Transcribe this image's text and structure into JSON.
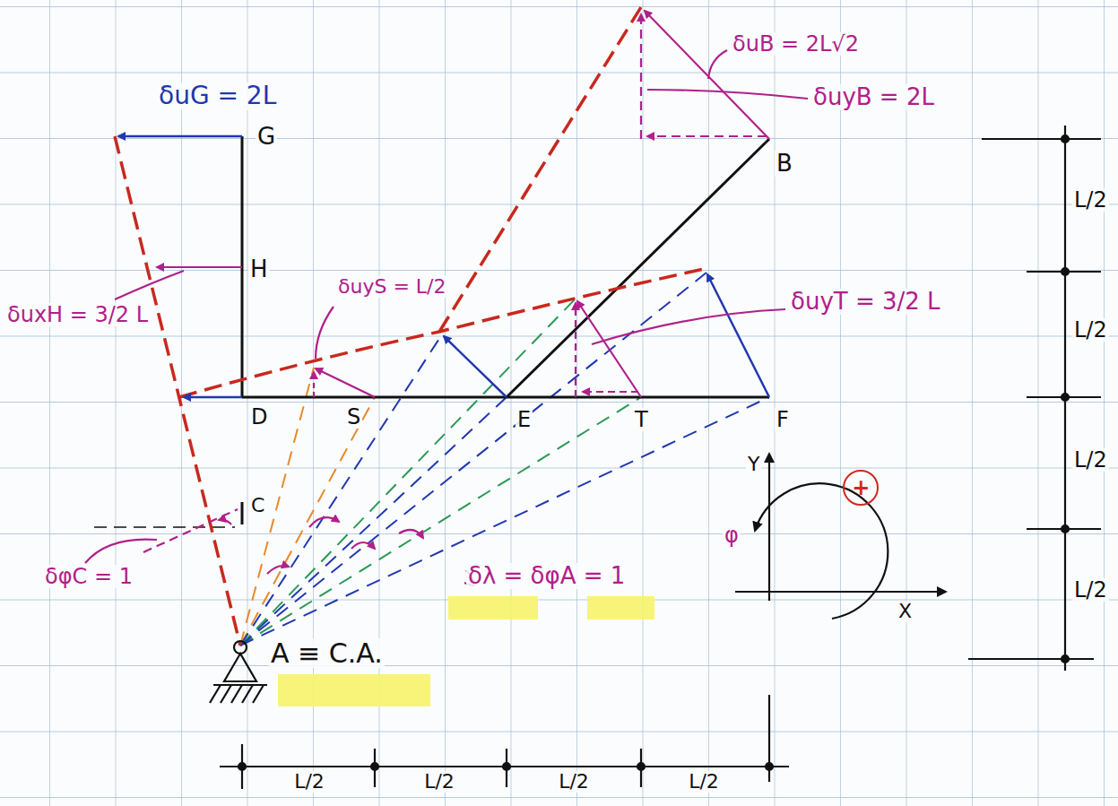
{
  "diagram": {
    "labels": [
      "δuG = 2L",
      "G",
      "δuB = 2L√2",
      "δuyB = 2L",
      "B",
      "H",
      "δuxH = 3/2 L",
      "δuyS = L/2",
      "δuyT = 3/2 L",
      "D",
      "S",
      "E",
      "T",
      "F",
      "Y",
      "C",
      "δφC = 1",
      "δλ = δφA = 1",
      "φ",
      "X",
      "+",
      "A ≡ C.A.",
      "L/2",
      "L/2",
      "L/2",
      "L/2",
      "L/2",
      "L/2",
      "L/2",
      "L/2"
    ]
  }
}
